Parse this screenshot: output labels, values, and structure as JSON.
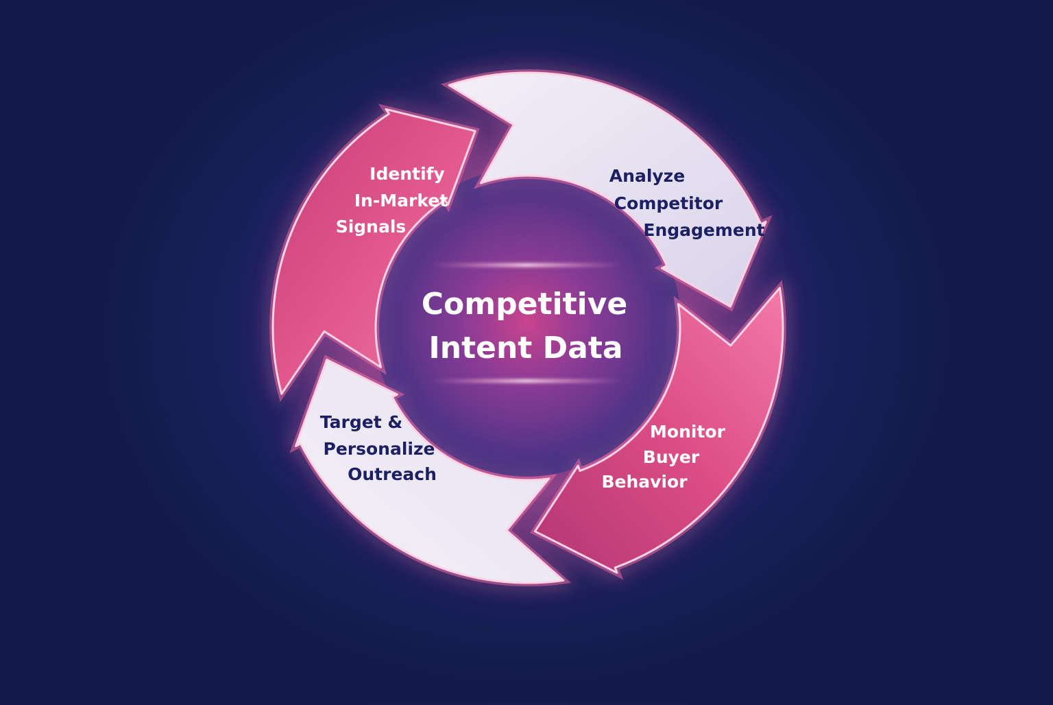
{
  "center": {
    "title_line1": "Competitive",
    "title_line2": "Intent Data"
  },
  "steps": [
    {
      "lines": [
        "Identify",
        "In-Market",
        "Signals"
      ],
      "tone": "pink"
    },
    {
      "lines": [
        "Analyze",
        "Competitor",
        "Engagement"
      ],
      "tone": "light"
    },
    {
      "lines": [
        "Monitor",
        "Buyer",
        "Behavior"
      ],
      "tone": "pink"
    },
    {
      "lines": [
        "Target &",
        "Personalize",
        "Outreach"
      ],
      "tone": "light"
    }
  ],
  "colors": {
    "background": "#1b2159",
    "pink_segment": "#d9477f",
    "light_segment": "#e7e3f1",
    "dark_text": "#1c1f63",
    "light_text": "#ffffff",
    "glow": "#ff6fa8"
  }
}
